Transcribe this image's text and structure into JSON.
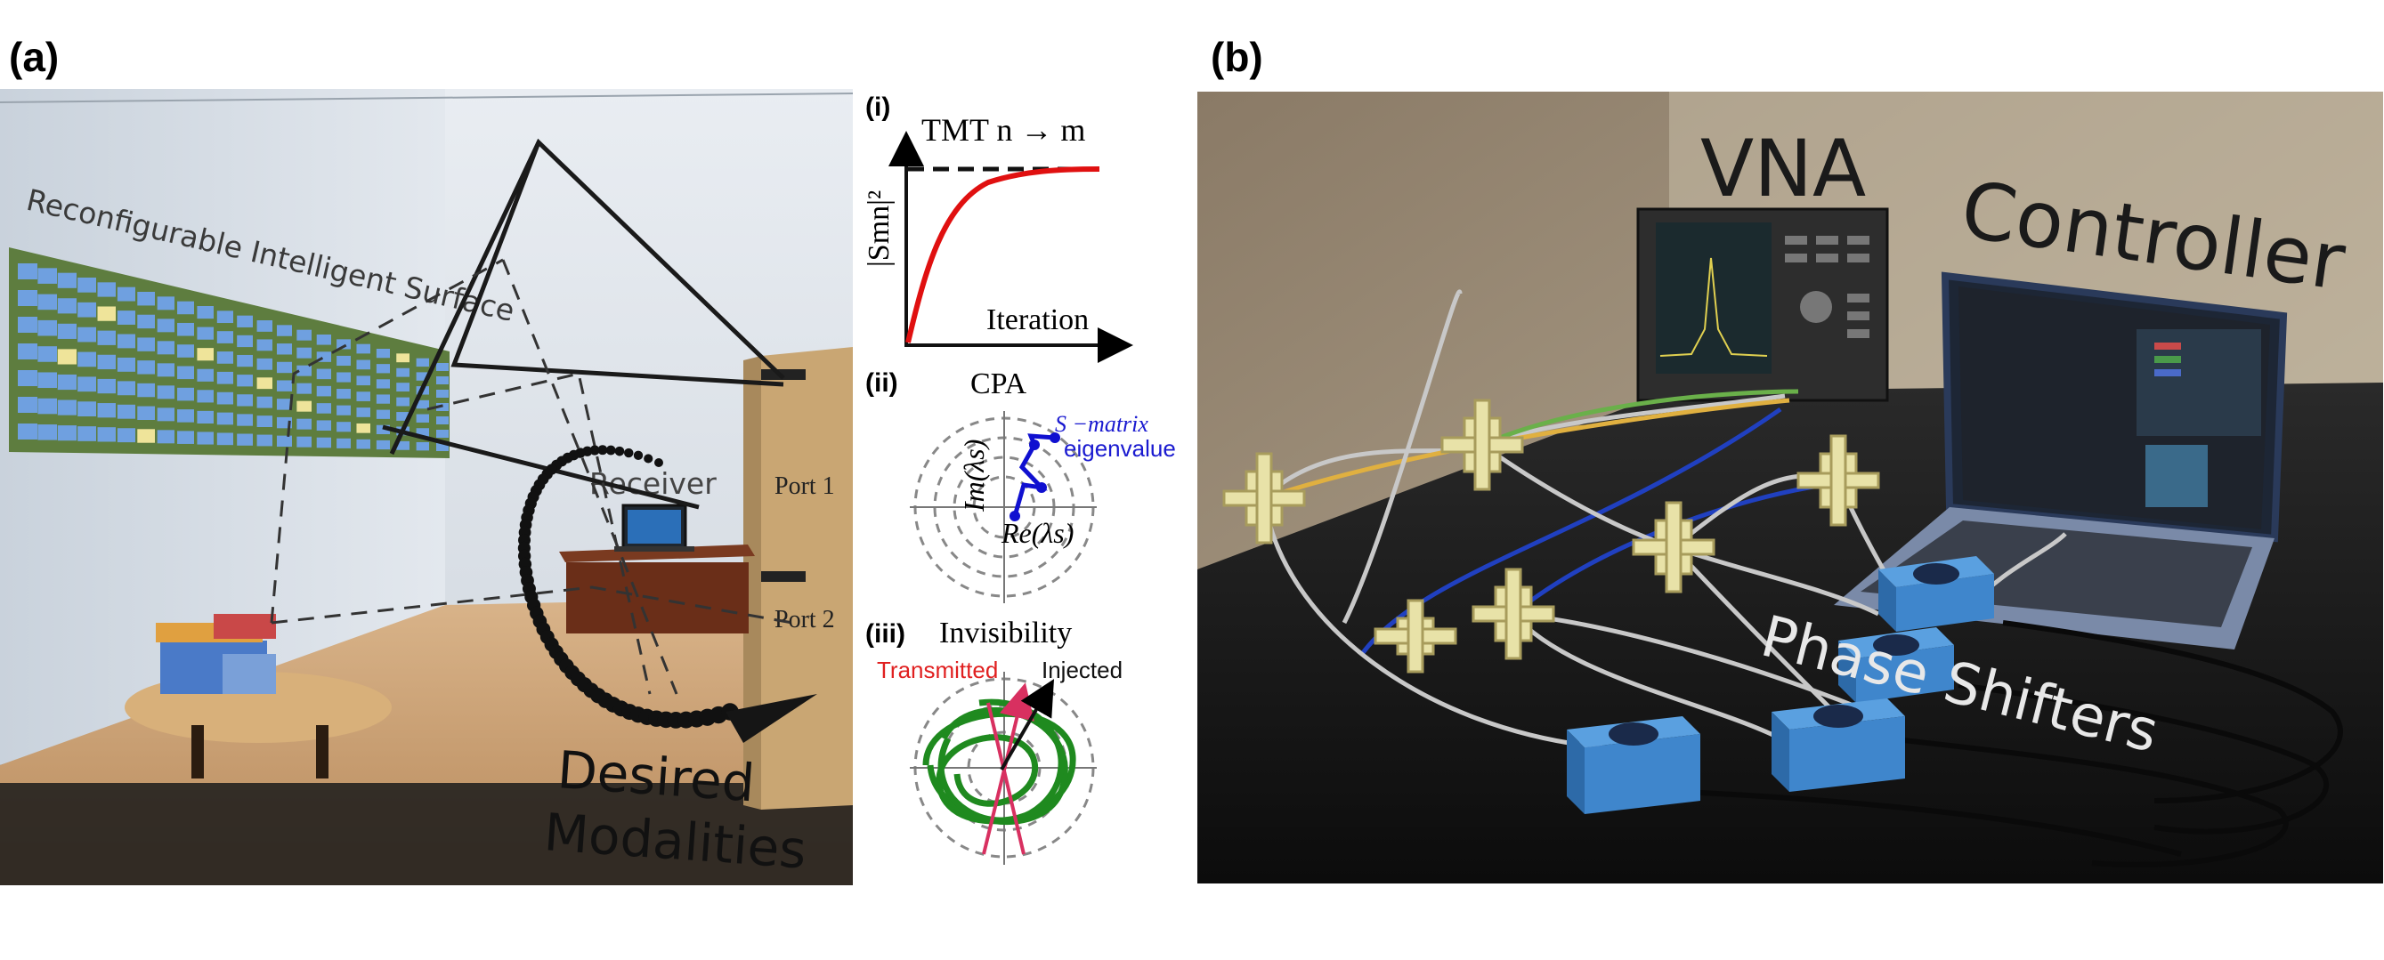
{
  "panel_a": {
    "label": "(a)",
    "room": {
      "ris_label": "Reconfigurable Intelligent Surface",
      "receiver_label": "Receiver",
      "port1_label": "Port 1",
      "port2_label": "Port 2",
      "modalities_line1": "Desired",
      "modalities_line2": "Modalities"
    },
    "inset_i": {
      "label": "(i)",
      "title": "TMT n → m",
      "ylabel": "|Smn|²",
      "xlabel": "Iteration"
    },
    "inset_ii": {
      "label": "(ii)",
      "title": "CPA",
      "eig_line1": "S −matrix",
      "eig_line2": "eigenvalue",
      "im_label": "Im(λs)",
      "re_label": "Re(λs)"
    },
    "inset_iii": {
      "label": "(iii)",
      "title": "Invisibility",
      "transmitted": "Transmitted",
      "injected": "Injected"
    }
  },
  "panel_b": {
    "label": "(b)",
    "vna_label": "VNA",
    "controller_label": "Controller",
    "phase_shifters_label": "Phase Shifters"
  },
  "colors": {
    "ris_board": "#5e7d3f",
    "ris_tile": "#6fa0e0",
    "ris_tile_on": "#efe49a",
    "convergence_curve": "#e01010",
    "eigenvalue_path": "#1010d0",
    "trajectory": "#1f8a1f",
    "phase_shifter": "#3f86cc"
  }
}
